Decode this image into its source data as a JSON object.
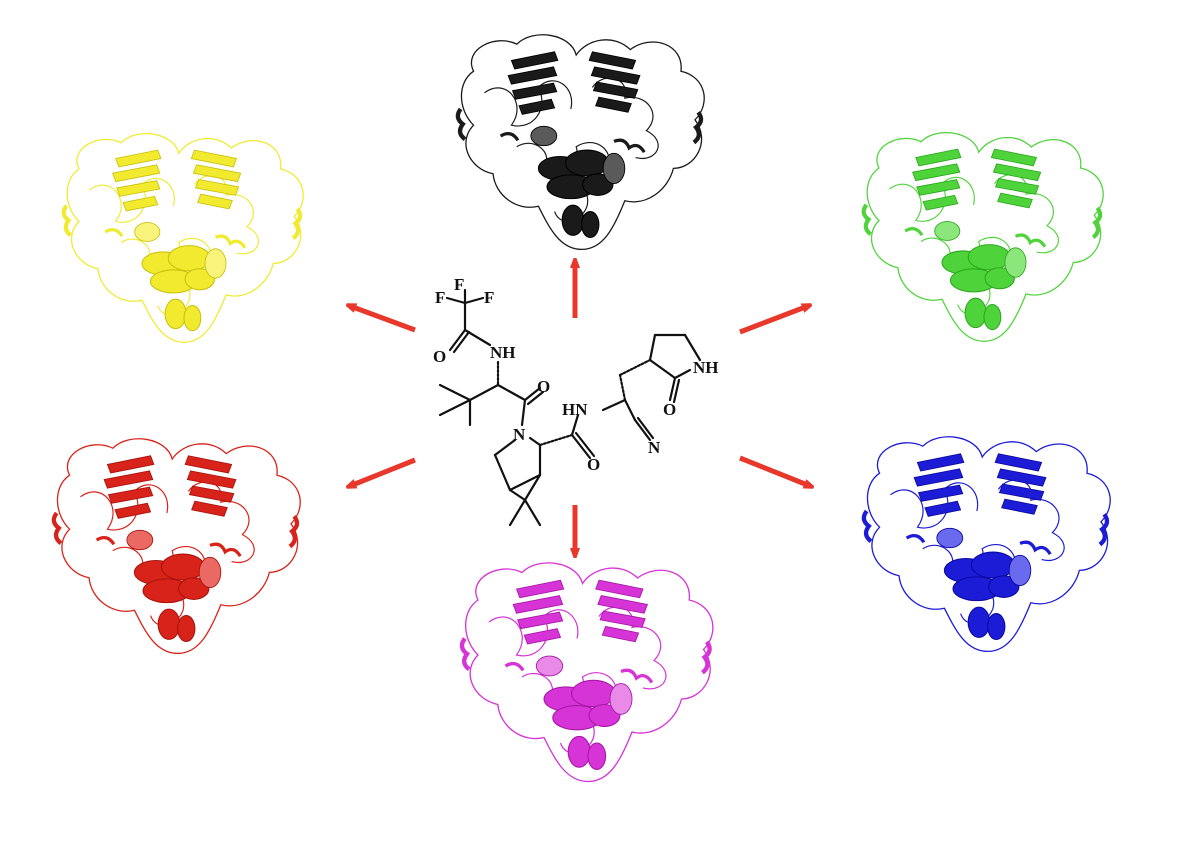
{
  "proteins": [
    {
      "id": "black",
      "color": "#1a1a1a",
      "dark": "#000000",
      "light": "#5a5a5a"
    },
    {
      "id": "yellow",
      "color": "#f1ea2e",
      "dark": "#c9c10a",
      "light": "#f8f37a"
    },
    {
      "id": "green",
      "color": "#4fd33a",
      "dark": "#2aa81c",
      "light": "#8be77c"
    },
    {
      "id": "red",
      "color": "#d8231a",
      "dark": "#a8140d",
      "light": "#ea6a63"
    },
    {
      "id": "blue",
      "color": "#1c1cd6",
      "dark": "#0a0aa0",
      "light": "#6a6aee"
    },
    {
      "id": "magenta",
      "color": "#d634d6",
      "dark": "#a818a8",
      "light": "#e98ae9"
    }
  ],
  "arrow_color": "#e8382b",
  "molecule": {
    "atoms": {
      "f1": "F",
      "f2": "F",
      "f3": "F",
      "o1": "O",
      "nh1": "NH",
      "o2": "O",
      "n1": "N",
      "o3": "O",
      "hn": "HN",
      "n2": "N",
      "nh2": "NH",
      "o4": "O"
    }
  }
}
